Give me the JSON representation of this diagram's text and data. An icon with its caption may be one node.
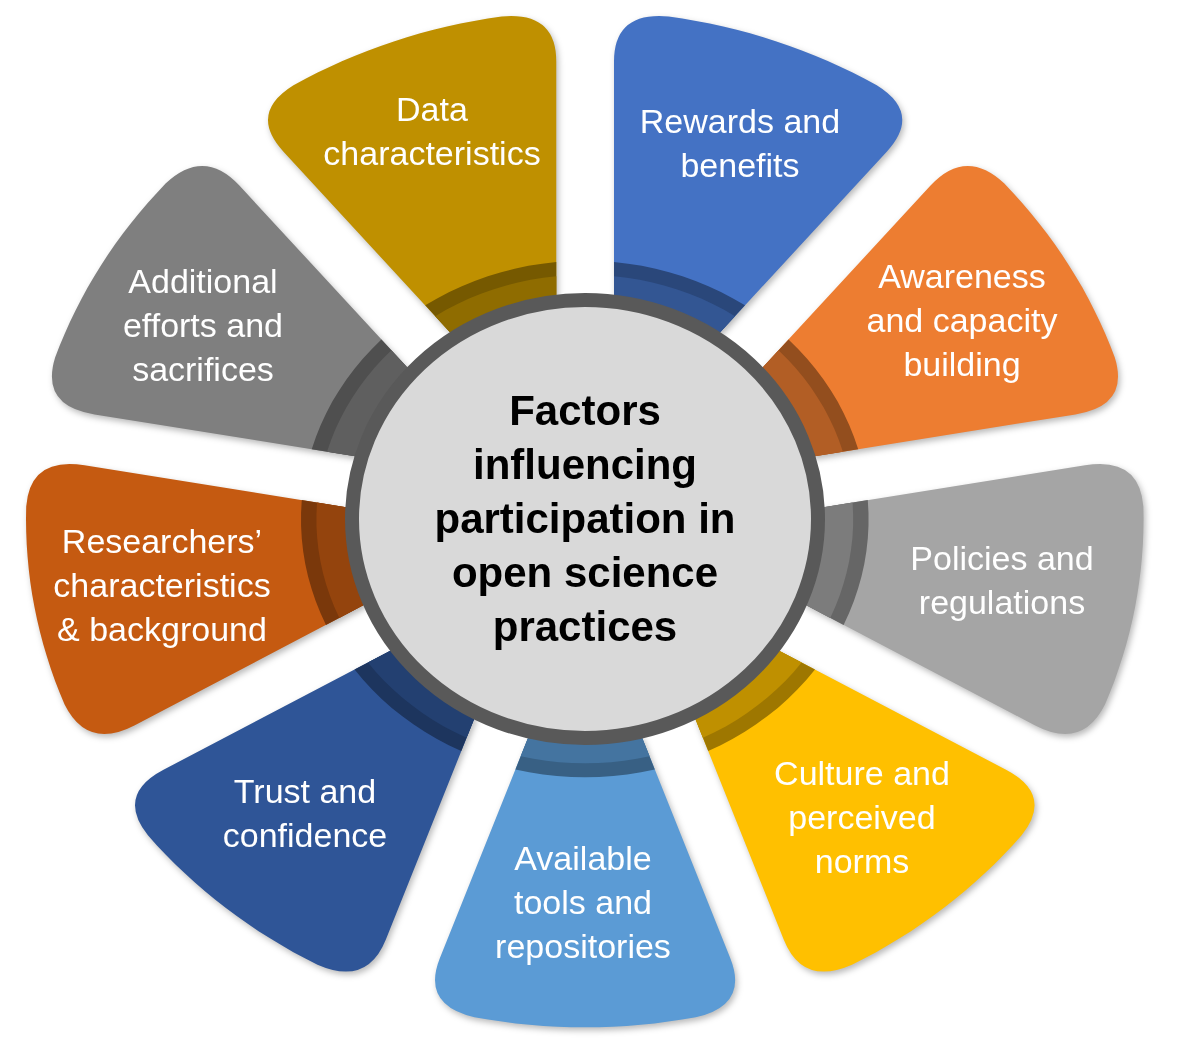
{
  "diagram": {
    "nodes": [
      {
        "text": [
          "Factors influencing participation in open science practices"
        ]
      },
      {
        "text": [
          "Data characteristics"
        ]
      },
      {
        "text": [
          "Rewards and benefits"
        ]
      },
      {
        "text": [
          "Awareness and capacity building"
        ]
      },
      {
        "text": [
          "Policies and regulations"
        ]
      },
      {
        "text": [
          "Culture and perceived norms"
        ]
      },
      {
        "text": [
          "Available tools and repositories"
        ]
      },
      {
        "text": [
          "Trust and confidence"
        ]
      },
      {
        "text": [
          "Researchers’ characteristics & background"
        ]
      },
      {
        "text": [
          "Additional efforts and sacrifices"
        ]
      }
    ]
  }
}
